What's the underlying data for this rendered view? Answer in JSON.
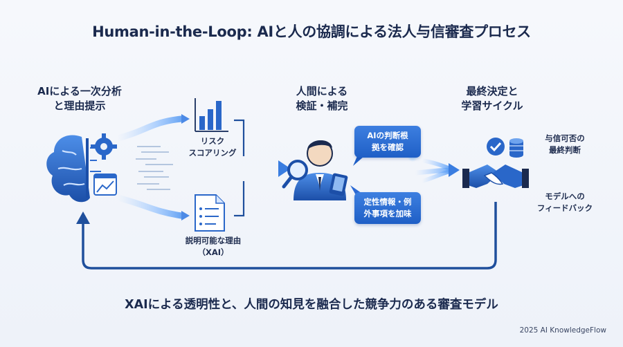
{
  "title": "Human-in-the-Loop: AIと人の協調による法人与信審査プロセス",
  "stage1": {
    "heading_line1": "AIによる一次分析",
    "heading_line2": "と理由提示"
  },
  "risk": {
    "line1": "リスク",
    "line2": "スコアリング"
  },
  "xai": {
    "line1": "説明可能な理由",
    "line2": "（XAI）"
  },
  "stage2": {
    "heading_line1": "人間による",
    "heading_line2": "検証・補完"
  },
  "bubble_top": {
    "line1": "AIの判断根",
    "line2": "拠を確認"
  },
  "bubble_bottom": {
    "line1": "定性情報・例",
    "line2": "外事項を加味"
  },
  "stage3": {
    "heading_line1": "最終決定と",
    "heading_line2": "学習サイクル"
  },
  "decision": {
    "line1": "与信可否の",
    "line2": "最終判断"
  },
  "feedback": {
    "line1": "モデルへの",
    "line2": "フィードバック"
  },
  "tagline": "XAIによる透明性と、人間の知見を融合した競争力のある審査モデル",
  "footer": "2025 AI KnowledgeFlow",
  "colors": {
    "primary": "#1f5fc6",
    "dark": "#1b2a4e",
    "light": "#7fb3f5"
  }
}
